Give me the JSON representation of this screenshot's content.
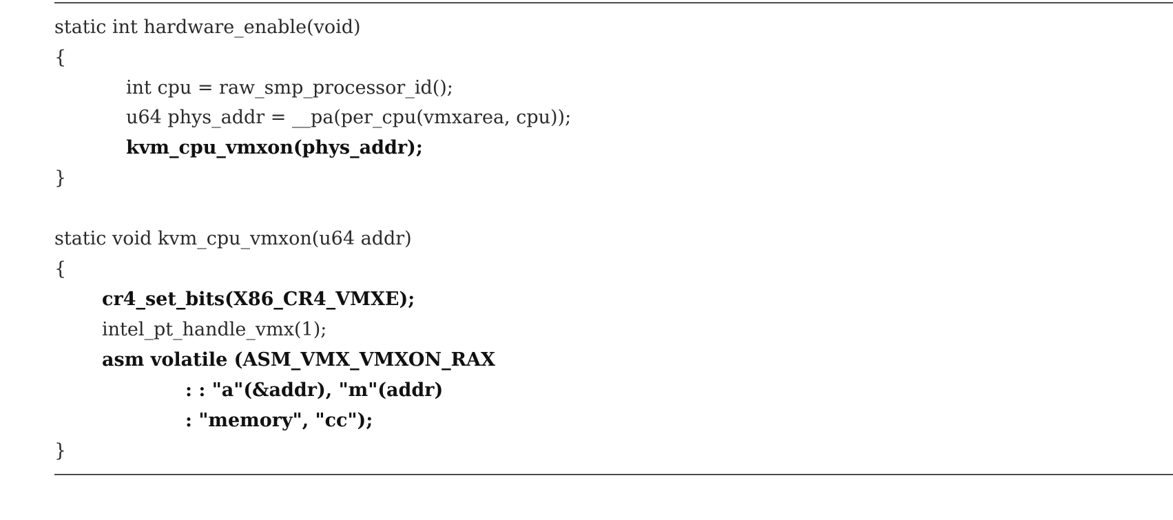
{
  "code_listing": {
    "lines": [
      {
        "text": "static int hardware_enable(void)",
        "bold": false
      },
      {
        "text": "{",
        "bold": false
      },
      {
        "text": "int cpu = raw_smp_processor_id();",
        "bold": false
      },
      {
        "text": "u64 phys_addr = __pa(per_cpu(vmxarea, cpu));",
        "bold": false
      },
      {
        "text": "kvm_cpu_vmxon(phys_addr);",
        "bold": true
      },
      {
        "text": "}",
        "bold": false
      },
      {
        "text": "static void kvm_cpu_vmxon(u64 addr)",
        "bold": false
      },
      {
        "text": "{",
        "bold": false
      },
      {
        "text": "cr4_set_bits(X86_CR4_VMXE);",
        "bold": true
      },
      {
        "text": "intel_pt_handle_vmx(1);",
        "bold": false
      },
      {
        "text": "asm volatile (ASM_VMX_VMXON_RAX",
        "bold": true
      },
      {
        "text": ": : \"a\"(&addr), \"m\"(addr)",
        "bold": true
      },
      {
        "text": ": \"memory\", \"cc\");",
        "bold": true
      },
      {
        "text": "}",
        "bold": false
      }
    ]
  }
}
